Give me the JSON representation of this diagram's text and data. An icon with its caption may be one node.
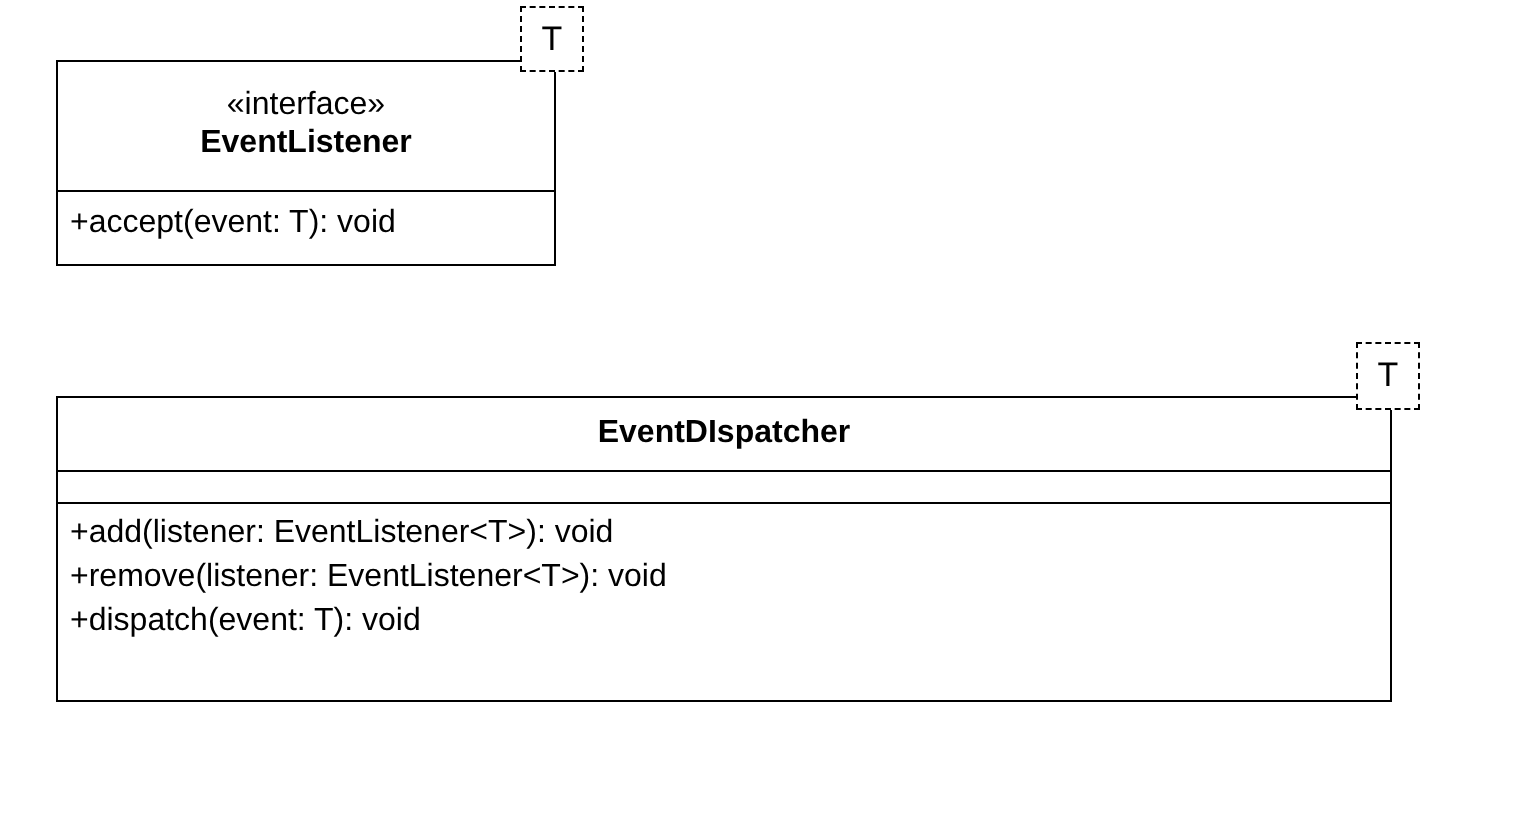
{
  "diagram": {
    "nodes": [
      {
        "text": [
          "«interface»",
          "EventListener",
          "+accept(event: T): void"
        ]
      },
      {
        "text": [
          "T"
        ]
      },
      {
        "text": [
          "EventDIspatcher",
          "+add(listener: EventListener<T>): void",
          "+remove(listener: EventListener<T>): void",
          "+dispatch(event: T): void"
        ]
      },
      {
        "text": [
          "T"
        ]
      }
    ]
  }
}
